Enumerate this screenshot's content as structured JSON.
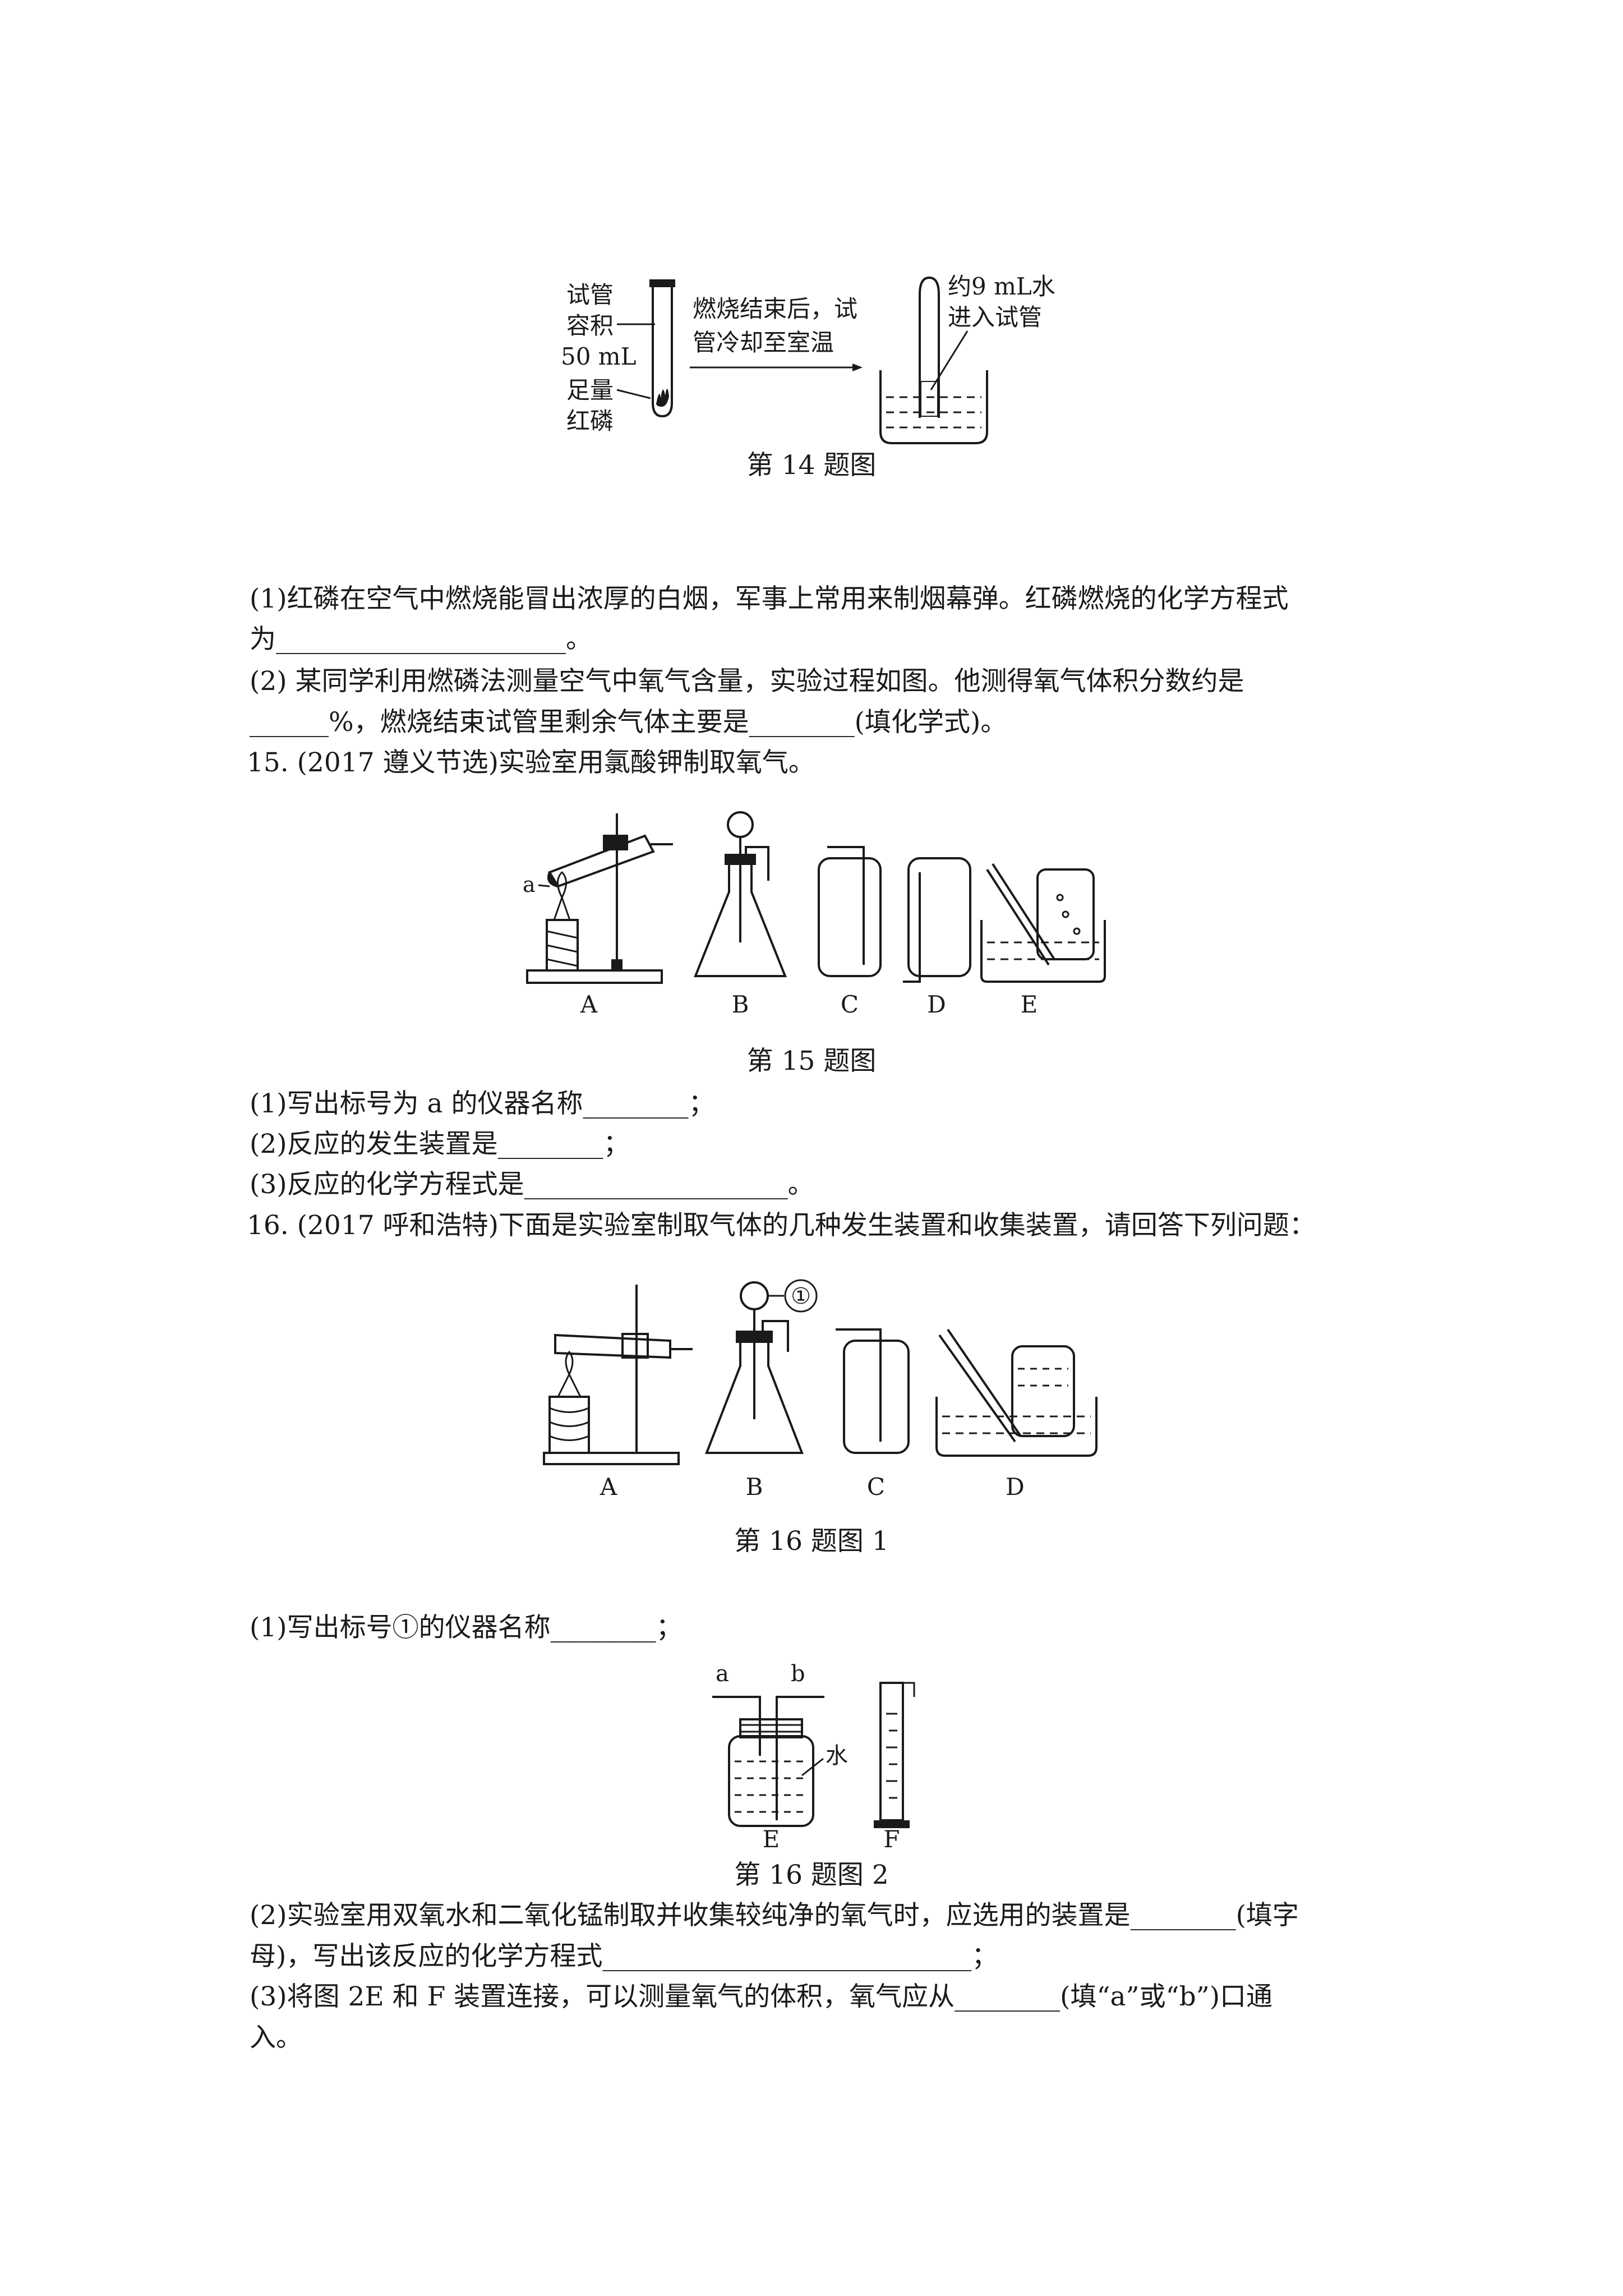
{
  "fig14": {
    "tube_label_1": "试管",
    "tube_label_2": "容积",
    "tube_label_3": "50 mL",
    "phos_label_1": "足量",
    "phos_label_2": "红磷",
    "arrow_text_1": "燃烧结束后，试",
    "arrow_text_2": "管冷却至室温",
    "water_label_1": "约9 mL水",
    "water_label_2": "进入试管",
    "caption": "第 14 题图"
  },
  "q14": {
    "p1_line1": "(1)红磷在空气中燃烧能冒出浓厚的白烟，军事上常用来制烟幕弹。红磷燃烧的化学方程式",
    "p1_line2": "为______________________。",
    "p2_line1": "(2) 某同学利用燃磷法测量空气中氧气含量，实验过程如图。他测得氧气体积分数约是",
    "p2_line2": "______%，燃烧结束试管里剩余气体主要是________(填化学式)。"
  },
  "q15": {
    "title": "15.  (2017 遵义节选)实验室用氯酸钾制取氧气。",
    "fig_label_a": "a",
    "fig_labels": [
      "A",
      "B",
      "C",
      "D",
      "E"
    ],
    "caption": "第 15 题图",
    "p1": "(1)写出标号为 a 的仪器名称________；",
    "p2": "(2)反应的发生装置是________；",
    "p3": "(3)反应的化学方程式是____________________。"
  },
  "q16": {
    "title": "16.  (2017 呼和浩特)下面是实验室制取气体的几种发生装置和收集装置，请回答下列问题：",
    "fig1_marker": "①",
    "fig1_labels": [
      "A",
      "B",
      "C",
      "D"
    ],
    "caption1": "第 16 题图 1",
    "p1": "(1)写出标号①的仪器名称________；",
    "fig2_label_a": "a",
    "fig2_label_b": "b",
    "fig2_water": "水",
    "fig2_labels": [
      "E",
      "F"
    ],
    "caption2": "第 16 题图 2",
    "p2_line1": "(2)实验室用双氧水和二氧化锰制取并收集较纯净的氧气时，应选用的装置是________(填字",
    "p2_line2": "母)，写出该反应的化学方程式____________________________；",
    "p3_line1": "(3)将图 2E 和 F 装置连接，可以测量氧气的体积，氧气应从________(填“a”或“b”)口通",
    "p3_line2": "入。"
  }
}
